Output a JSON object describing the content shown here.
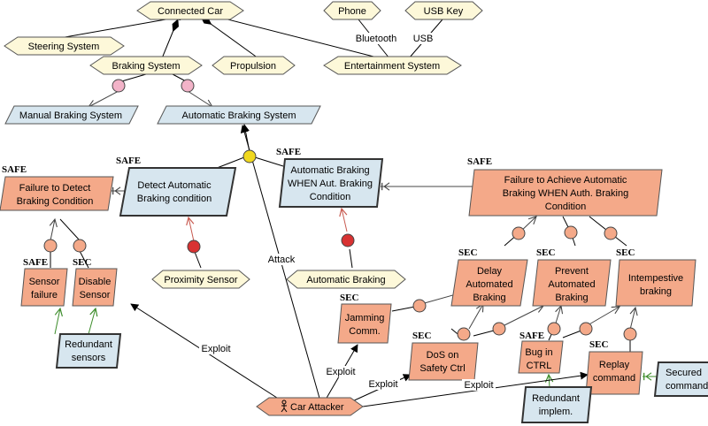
{
  "colors": {
    "hexagon": "#fdf8d9",
    "blue_node": "#d7e6ef",
    "red_node": "#f4a989",
    "or_gate": "#f2b3c8",
    "and_gate_red": "#d83232",
    "and_gate_yellow": "#f0d81e",
    "mitigation_arrow": "#3c8c2a",
    "contribution_arrow": "#c85a50",
    "line": "#000000"
  },
  "features": {
    "connected_car": "Connected Car",
    "steering": "Steering System",
    "braking": "Braking System",
    "propulsion": "Propulsion",
    "entertainment": "Entertainment System",
    "phone": "Phone",
    "usb_key": "USB Key",
    "bluetooth": "Bluetooth",
    "usb": "USB"
  },
  "functions": {
    "manual_braking": "Manual Braking System",
    "automatic_braking_system": "Automatic Braking System"
  },
  "tags": {
    "safe": "SAFE",
    "sec": "SEC"
  },
  "goals": {
    "failure_detect": [
      "Failure to Detect",
      "Braking Condition"
    ],
    "detect_auto": [
      "Detect Automatic",
      "Braking condition"
    ],
    "auto_braking_when": [
      "Automatic Braking",
      "WHEN Aut. Braking",
      "Condition"
    ],
    "failure_achieve": [
      "Failure to Achieve Automatic",
      "Braking WHEN Auth. Braking",
      "Condition"
    ],
    "sensor_failure": [
      "Sensor",
      "failure"
    ],
    "disable_sensor": [
      "Disable",
      "Sensor"
    ],
    "redundant_sensors": [
      "Redundant",
      "sensors"
    ],
    "proximity_sensor": "Proximity Sensor",
    "automatic_braking_task": "Automatic Braking",
    "jamming": [
      "Jamming",
      "Comm."
    ],
    "delay_braking": [
      "Delay",
      "Automated",
      "Braking"
    ],
    "prevent_braking": [
      "Prevent",
      "Automated",
      "Braking"
    ],
    "intempestive": [
      "Intempestive",
      "braking"
    ],
    "dos": [
      "DoS on",
      "Safety Ctrl"
    ],
    "bug_ctrl": [
      "Bug in",
      "CTRL"
    ],
    "replay": [
      "Replay",
      "command"
    ],
    "secured_command": [
      "Secured",
      "command"
    ],
    "redundant_implem": [
      "Redundant",
      "implem."
    ],
    "car_attacker": "Car Attacker"
  },
  "edge_labels": {
    "attack": "Attack",
    "exploit": "Exploit"
  }
}
